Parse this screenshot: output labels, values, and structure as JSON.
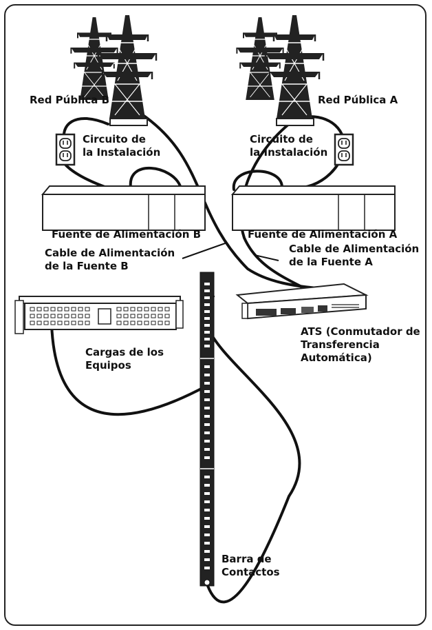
{
  "labels": {
    "red_publica_b": "Red Pública B",
    "red_publica_a": "Red Pública A",
    "circuito_b": "Circuito de\nla Instalación",
    "circuito_a": "Circuito de\nla Instalación",
    "fuente_b": "Fuente de Alimentación B",
    "fuente_a": "Fuente de Alimentación A",
    "cable_b": "Cable de Alimentación\nde la Fuente B",
    "cable_a": "Cable de Alimentación\nde la Fuente A",
    "ats": "ATS (Conmutador de\nTransferencia\nAutomática)",
    "cargas": "Cargas de los\nEquipos",
    "barra": "Barra de\nContactos"
  },
  "icons": [
    "transmission-tower-icon",
    "wall-outlet-icon",
    "power-supply-icon",
    "ats-unit-icon",
    "rack-equipment-icon",
    "power-strip-icon"
  ]
}
